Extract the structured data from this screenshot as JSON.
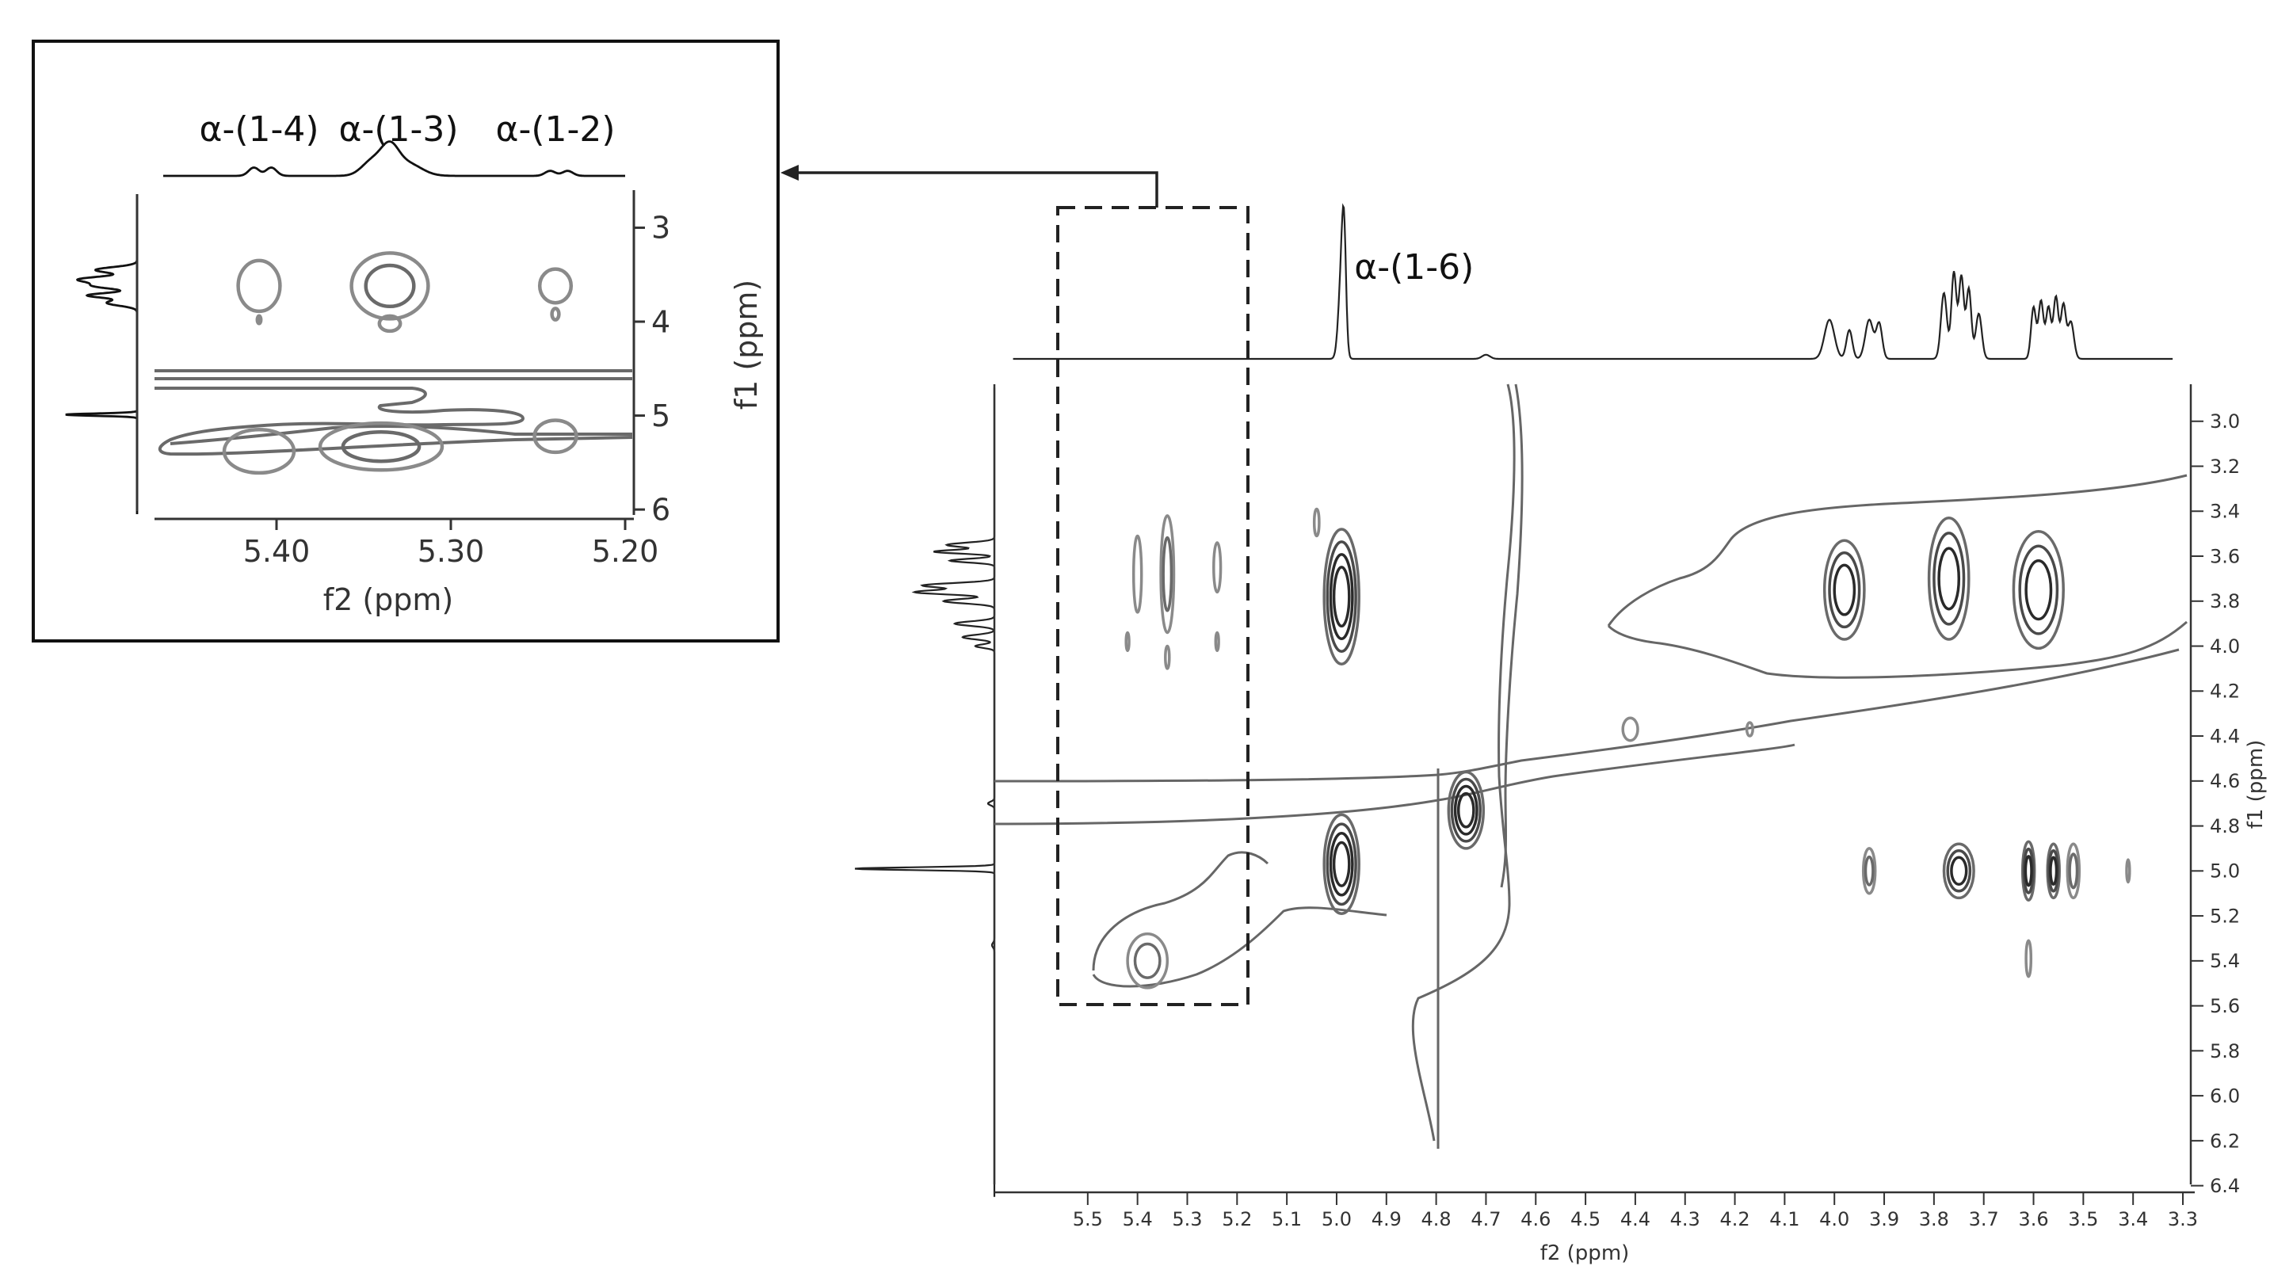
{
  "chart_data": [
    {
      "id": "main",
      "type": "contour",
      "xlabel": "f2 (ppm)",
      "ylabel": "f1 (ppm)",
      "xlim": [
        5.6,
        3.3
      ],
      "ylim": [
        2.8,
        6.5
      ],
      "x_ticks": [
        "5.5",
        "5.4",
        "5.3",
        "5.2",
        "5.1",
        "5.0",
        "4.9",
        "4.8",
        "4.7",
        "4.6",
        "4.5",
        "4.4",
        "4.3",
        "4.2",
        "4.1",
        "4.0",
        "3.9",
        "3.8",
        "3.7",
        "3.6",
        "3.5",
        "3.4",
        "3.3"
      ],
      "y_ticks": [
        "3.0",
        "3.2",
        "3.4",
        "3.6",
        "3.8",
        "4.0",
        "4.2",
        "4.4",
        "4.6",
        "4.8",
        "5.0",
        "5.2",
        "5.4",
        "5.6",
        "5.8",
        "6.0",
        "6.2",
        "6.4"
      ],
      "peak_labels": [
        {
          "text": "α-(1-6)",
          "x": 4.99
        }
      ],
      "cross_peaks": [
        {
          "x": 5.4,
          "y": 3.68,
          "rx": 0.008,
          "ry": 0.17,
          "levels": 1
        },
        {
          "x": 5.34,
          "y": 3.68,
          "rx": 0.013,
          "ry": 0.26,
          "levels": 2
        },
        {
          "x": 5.24,
          "y": 3.65,
          "rx": 0.007,
          "ry": 0.11,
          "levels": 1
        },
        {
          "x": 4.99,
          "y": 3.78,
          "rx": 0.035,
          "ry": 0.3,
          "levels": 4
        },
        {
          "x": 4.99,
          "y": 4.97,
          "rx": 0.035,
          "ry": 0.22,
          "levels": 4
        },
        {
          "x": 4.74,
          "y": 4.73,
          "rx": 0.035,
          "ry": 0.17,
          "levels": 4
        },
        {
          "x": 3.93,
          "y": 5.0,
          "rx": 0.012,
          "ry": 0.1,
          "levels": 2
        },
        {
          "x": 3.75,
          "y": 5.0,
          "rx": 0.03,
          "ry": 0.12,
          "levels": 3
        },
        {
          "x": 3.61,
          "y": 5.0,
          "rx": 0.012,
          "ry": 0.13,
          "levels": 3
        },
        {
          "x": 3.56,
          "y": 5.0,
          "rx": 0.012,
          "ry": 0.12,
          "levels": 3
        },
        {
          "x": 3.52,
          "y": 5.0,
          "rx": 0.012,
          "ry": 0.12,
          "levels": 2
        },
        {
          "x": 3.98,
          "y": 3.75,
          "rx": 0.04,
          "ry": 0.22,
          "levels": 3
        },
        {
          "x": 3.77,
          "y": 3.7,
          "rx": 0.04,
          "ry": 0.27,
          "levels": 3
        },
        {
          "x": 3.59,
          "y": 3.75,
          "rx": 0.05,
          "ry": 0.26,
          "levels": 3
        },
        {
          "x": 5.38,
          "y": 5.4,
          "rx": 0.04,
          "ry": 0.12,
          "levels": 2
        },
        {
          "x": 5.04,
          "y": 3.45,
          "rx": 0.005,
          "ry": 0.06,
          "levels": 1
        },
        {
          "x": 5.42,
          "y": 3.98,
          "rx": 0.003,
          "ry": 0.04,
          "levels": 1
        },
        {
          "x": 5.34,
          "y": 4.05,
          "rx": 0.004,
          "ry": 0.05,
          "levels": 1
        },
        {
          "x": 5.24,
          "y": 3.98,
          "rx": 0.003,
          "ry": 0.04,
          "levels": 1
        },
        {
          "x": 4.41,
          "y": 4.37,
          "rx": 0.015,
          "ry": 0.05,
          "levels": 1
        },
        {
          "x": 4.17,
          "y": 4.37,
          "rx": 0.006,
          "ry": 0.03,
          "levels": 1
        },
        {
          "x": 3.41,
          "y": 5.0,
          "rx": 0.003,
          "ry": 0.05,
          "levels": 1
        },
        {
          "x": 3.61,
          "y": 5.39,
          "rx": 0.005,
          "ry": 0.08,
          "levels": 1
        }
      ]
    },
    {
      "id": "inset",
      "type": "contour",
      "xlabel": "f2 (ppm)",
      "ylabel": "f1 (ppm)",
      "xlim": [
        5.47,
        5.195
      ],
      "ylim": [
        2.6,
        6.1
      ],
      "x_ticks": [
        "5.40",
        "5.30",
        "5.20"
      ],
      "y_ticks": [
        "3",
        "4",
        "5",
        "6"
      ],
      "peak_labels": [
        {
          "text": "α-(1-4)",
          "x": 5.41
        },
        {
          "text": "α-(1-3)",
          "x": 5.33
        },
        {
          "text": "α-(1-2)",
          "x": 5.24
        }
      ],
      "cross_peaks": [
        {
          "x": 5.41,
          "y": 3.62,
          "rx": 0.012,
          "ry": 0.27,
          "levels": 1
        },
        {
          "x": 5.335,
          "y": 3.62,
          "rx": 0.022,
          "ry": 0.35,
          "levels": 2
        },
        {
          "x": 5.24,
          "y": 3.62,
          "rx": 0.009,
          "ry": 0.18,
          "levels": 1
        },
        {
          "x": 5.41,
          "y": 5.38,
          "rx": 0.02,
          "ry": 0.23,
          "levels": 1
        },
        {
          "x": 5.34,
          "y": 5.33,
          "rx": 0.035,
          "ry": 0.25,
          "levels": 2
        },
        {
          "x": 5.24,
          "y": 5.22,
          "rx": 0.012,
          "ry": 0.17,
          "levels": 1
        },
        {
          "x": 5.335,
          "y": 4.02,
          "rx": 0.006,
          "ry": 0.08,
          "levels": 1
        },
        {
          "x": 5.24,
          "y": 3.92,
          "rx": 0.002,
          "ry": 0.06,
          "levels": 1
        },
        {
          "x": 5.41,
          "y": 3.98,
          "rx": 0.001,
          "ry": 0.04,
          "levels": 1
        }
      ]
    }
  ]
}
